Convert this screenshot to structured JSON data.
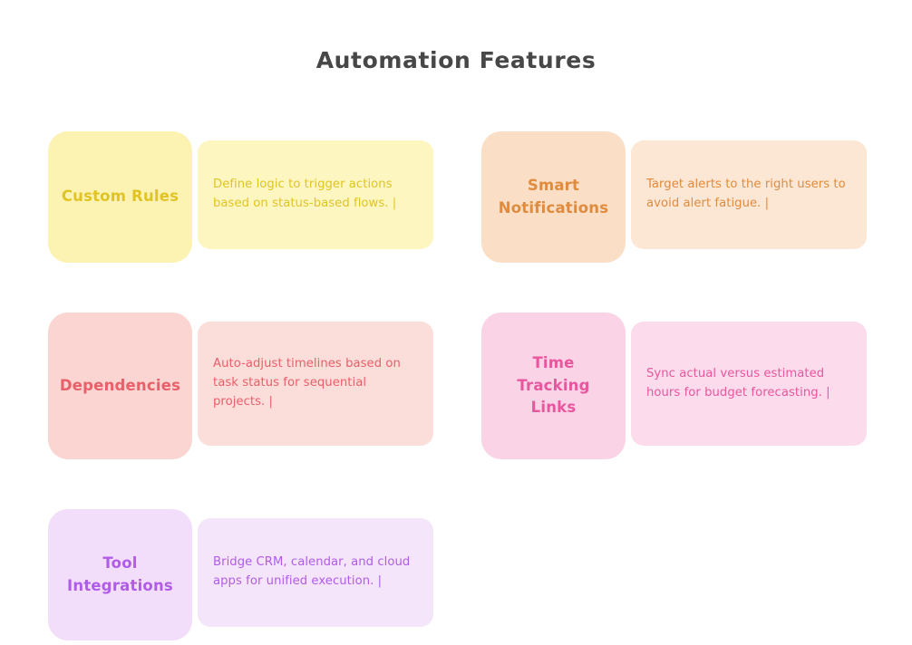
{
  "page": {
    "title": "Automation Features",
    "title_color": "#474747",
    "background": "#ffffff"
  },
  "cards": [
    {
      "label": "Custom Rules",
      "description": "Define logic to trigger actions based on status-based flows. |",
      "label_panel_color": "#FCF2B2",
      "desc_panel_color": "#FDF6C0",
      "text_color": "#E0C424",
      "label_lines": 1,
      "desc_lines": 2
    },
    {
      "label": "Smart Notifications",
      "description": "Target alerts to the right users to avoid alert fatigue. |",
      "label_panel_color": "#FADFC6",
      "desc_panel_color": "#FCE7D5",
      "text_color": "#E08B3D",
      "label_lines": 2,
      "desc_lines": 2
    },
    {
      "label": "Dependencies",
      "description": "Auto-adjust timelines based on task status for sequential projects. |",
      "label_panel_color": "#FBD5D1",
      "desc_panel_color": "#FBDDD9",
      "text_color": "#E8606A",
      "label_lines": 1,
      "desc_lines": 3
    },
    {
      "label": "Time Tracking Links",
      "description": "Sync actual versus estimated hours for budget forecasting. |",
      "label_panel_color": "#FBD3E7",
      "desc_panel_color": "#FCDCEC",
      "text_color": "#E8569E",
      "label_lines": 3,
      "desc_lines": 2
    },
    {
      "label": "Tool Integrations",
      "description": "Bridge CRM, calendar, and cloud apps for unified execution. |",
      "label_panel_color": "#F2DEFA",
      "desc_panel_color": "#F5E5FB",
      "text_color": "#B05CE8",
      "label_lines": 2,
      "desc_lines": 2
    }
  ]
}
